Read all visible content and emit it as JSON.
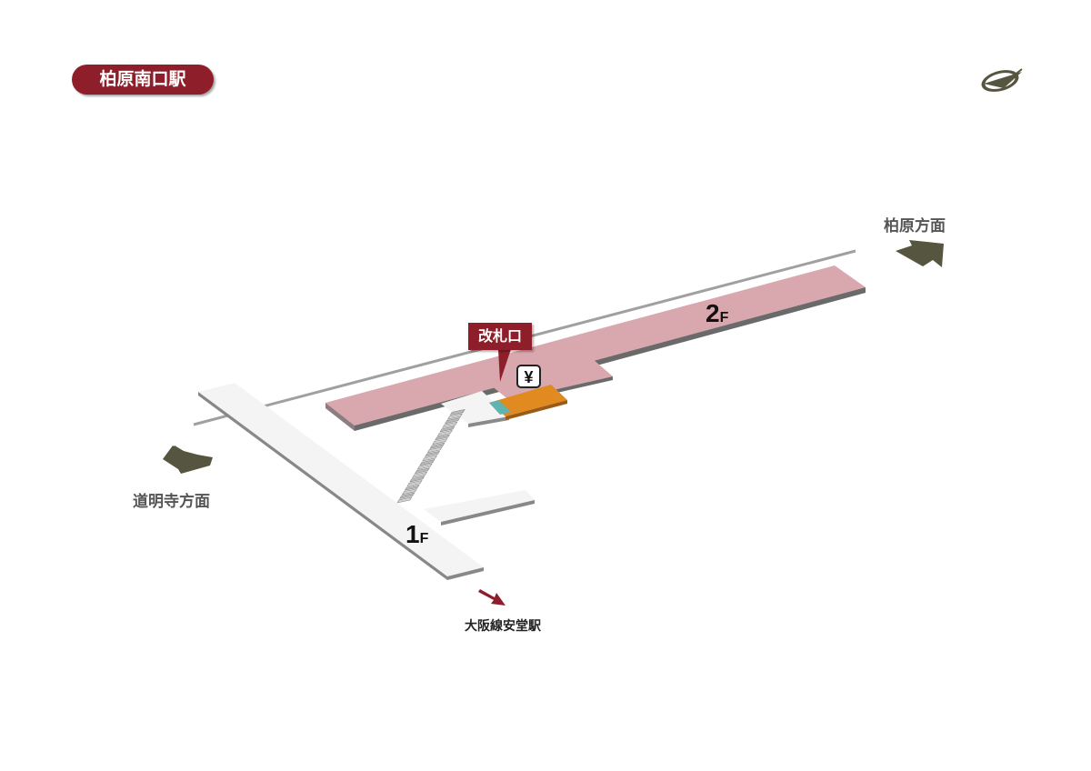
{
  "station": {
    "name": "柏原南口駅"
  },
  "gate": {
    "label": "改札口"
  },
  "ticket_icon": {
    "symbol": "¥",
    "name": "ticket-machine-icon"
  },
  "floors": {
    "upper": {
      "num": "2",
      "suffix": "F"
    },
    "lower": {
      "num": "1",
      "suffix": "F"
    }
  },
  "directions": {
    "right": "柏原方面",
    "left": "道明寺方面"
  },
  "destination": {
    "label": "大阪線安堂駅"
  },
  "icons": {
    "compass": "compass-icon",
    "arrow_right": "direction-arrow-icon",
    "arrow_left": "direction-arrow-icon",
    "arrow_dest": "exit-arrow-icon"
  },
  "colors": {
    "brand": "#8e1f2a",
    "concourse": "#d9a7ae",
    "ticket_area": "#e08a1f",
    "ticket_accent": "#5fb3b0",
    "walkway": "#f4f4f4",
    "track": "#a0a0a0",
    "arrow": "#56553f"
  }
}
